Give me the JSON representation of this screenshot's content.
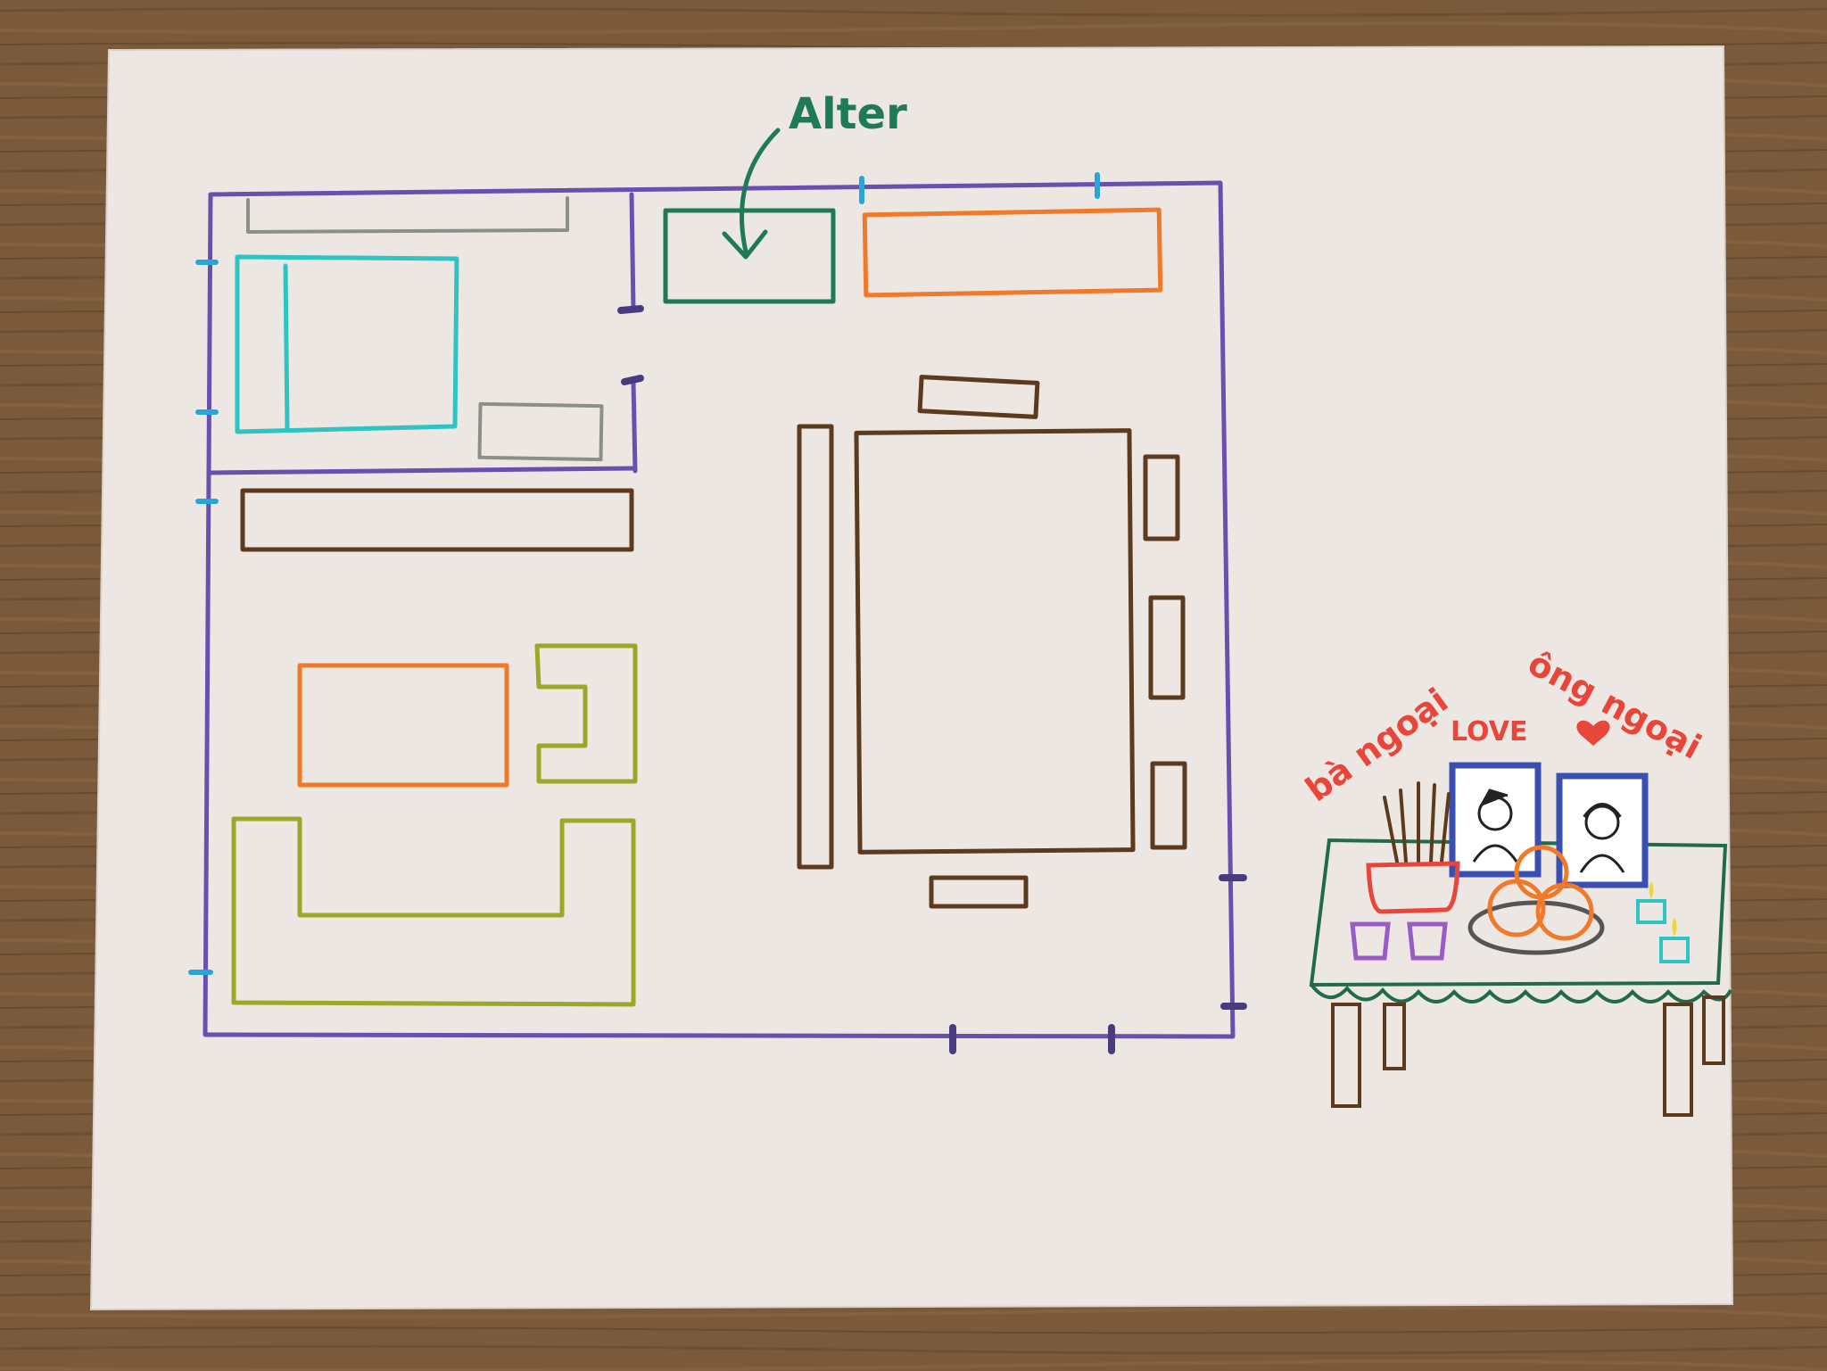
{
  "labels": {
    "altar_label": "Alter",
    "ba_ngoai": "bà ngoại",
    "ong_ngoai": "ông ngoại",
    "love": "LOVE"
  },
  "colors": {
    "wood": "#7a5a3a",
    "paper": "#ece7e3",
    "walls": "#6b4fb0",
    "doors": "#2aa6d6",
    "teal_green": "#1f7a5a",
    "orange": "#f07a2a",
    "brown": "#5b3a1e",
    "olive": "#9aa82a",
    "cyan": "#2ec4c4",
    "gray": "#8a9088",
    "red": "#e8463a",
    "blue": "#3a4fb0",
    "purple": "#9a5ac8",
    "dark_green": "#1f6b4a"
  }
}
